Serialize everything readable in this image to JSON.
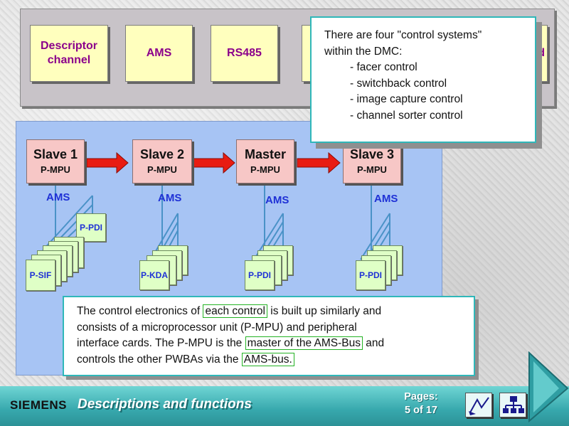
{
  "top_row": {
    "boxes": [
      "Descriptor\nchannel",
      "AMS",
      "RS485",
      "",
      "d"
    ]
  },
  "tooltip": {
    "line1": "There are four \"control systems\"",
    "line2": "within the DMC:",
    "items": [
      "- facer control",
      "- switchback control",
      "- image capture control",
      "- channel sorter control"
    ]
  },
  "diagram": {
    "nodes": [
      {
        "title": "Slave 1",
        "sub": "P-MPU",
        "bus": "AMS",
        "cards": [
          "P-SIF",
          "P-PDI"
        ]
      },
      {
        "title": "Slave 2",
        "sub": "P-MPU",
        "bus": "AMS",
        "cards": [
          "P-KDA"
        ]
      },
      {
        "title": "Master",
        "sub": "P-MPU",
        "bus": "AMS",
        "cards": [
          "P-PDI"
        ]
      },
      {
        "title": "Slave 3",
        "sub": "P-MPU",
        "bus": "AMS",
        "cards": [
          "P-PDI"
        ]
      }
    ],
    "arrow_color": "#e81c12"
  },
  "info": {
    "l1a": "The control electronics of ",
    "l1b": "each control",
    "l1c": " is built up similarly and",
    "l2": "consists of a microprocessor unit (P-MPU) and peripheral",
    "l3": "interface cards. The P-MPU is the ",
    "l3b": "master of the AMS-Bus",
    "l3c": " and",
    "l4a": "controls the other PWBAs via the ",
    "l4b": "AMS-bus. "
  },
  "footer": {
    "brand": "SIEMENS",
    "section": "Descriptions and functions",
    "pages_label": "Pages:",
    "pages_value": "5 of 17",
    "nav_prev_icon": "zigzag-back-icon",
    "nav_tree_icon": "sitemap-icon",
    "nav_next_icon": "triangle-next-icon"
  }
}
